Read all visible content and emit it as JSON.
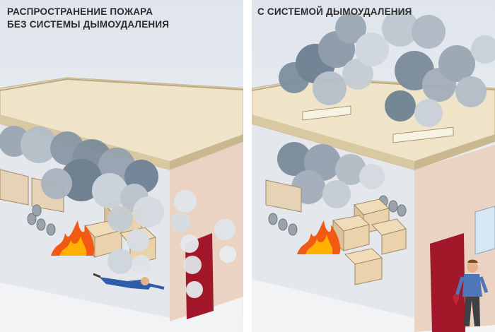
{
  "left_panel": {
    "caption_line1": "РАСПРОСТРАНЕНИЕ ПОЖАРА",
    "caption_line2": "БЕЗ СИСТЕМЫ ДЫМОУДАЛЕНИЯ"
  },
  "right_panel": {
    "caption_line1": "С СИСТЕМОЙ ДЫМОУДАЛЕНИЯ"
  },
  "colors": {
    "roof": "#efe4c8",
    "roof_edge": "#d9c9a3",
    "wall": "#e8d2c2",
    "floor": "#f4f5f7",
    "door": "#a3172a",
    "fire": "#f05a14",
    "smoke_dark": "#6f8193",
    "smoke_light": "#c9d1d9"
  }
}
